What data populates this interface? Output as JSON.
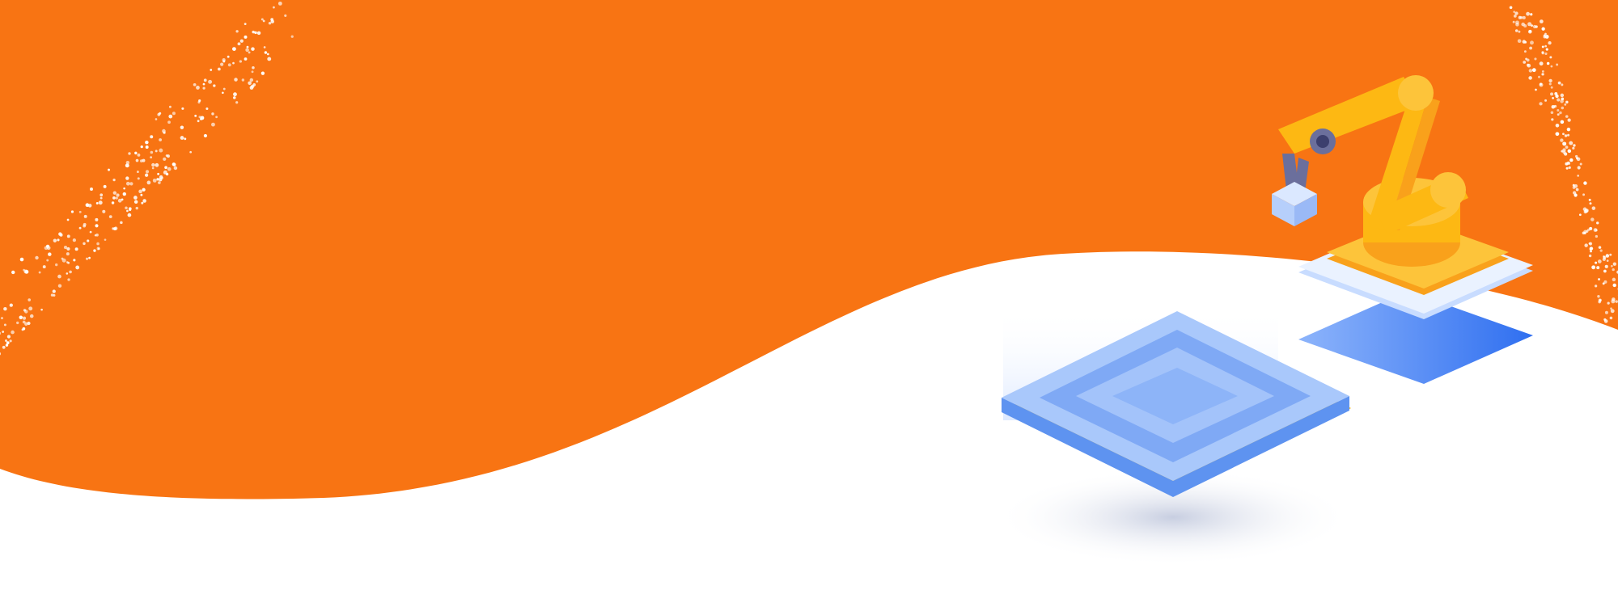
{
  "colors": {
    "brand_orange": "#F87413",
    "background": "#FFFFFF",
    "chip_blue": "#8FB8F8",
    "chip_dark_blue": "#5E93F0",
    "robot_yellow": "#FDB813",
    "robot_orange": "#F9A11B",
    "pin_gold": "#F7B500"
  },
  "illustration": {
    "elements": [
      "wave-banner",
      "particle-dots",
      "cpu-chip",
      "robot-arm",
      "platform"
    ]
  }
}
